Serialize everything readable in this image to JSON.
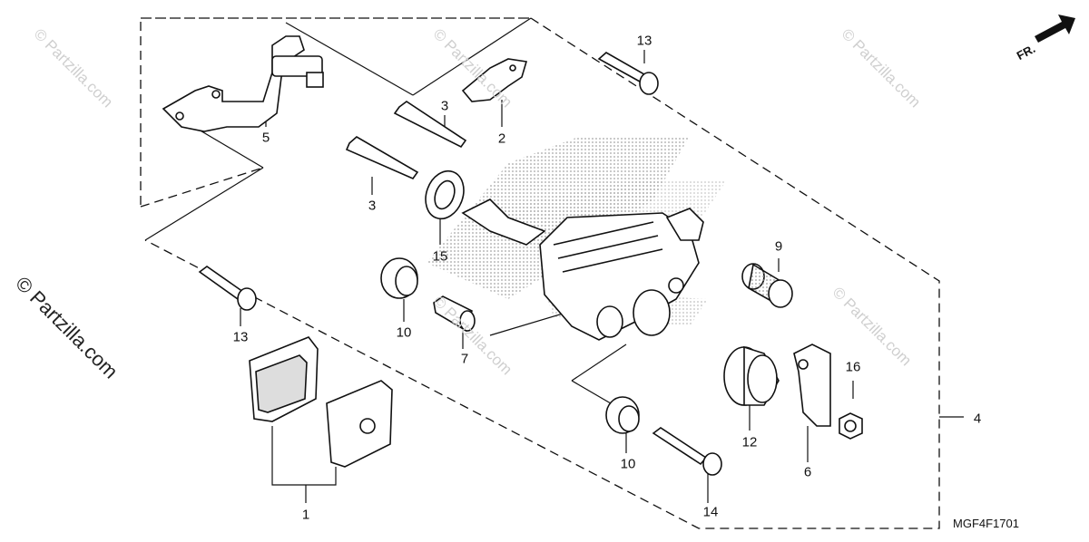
{
  "diagram": {
    "code": "MGF4F1701",
    "direction_label": "FR.",
    "watermark_main": "© Partzilla.com",
    "watermark_faint": "© Partzilla.com"
  },
  "callouts": [
    {
      "id": "c1",
      "text": "1"
    },
    {
      "id": "c2",
      "text": "2"
    },
    {
      "id": "c3a",
      "text": "3"
    },
    {
      "id": "c3b",
      "text": "3"
    },
    {
      "id": "c4",
      "text": "4"
    },
    {
      "id": "c5",
      "text": "5"
    },
    {
      "id": "c6",
      "text": "6"
    },
    {
      "id": "c7",
      "text": "7"
    },
    {
      "id": "c9",
      "text": "9"
    },
    {
      "id": "c10a",
      "text": "10"
    },
    {
      "id": "c10b",
      "text": "10"
    },
    {
      "id": "c12",
      "text": "12"
    },
    {
      "id": "c13a",
      "text": "13"
    },
    {
      "id": "c13b",
      "text": "13"
    },
    {
      "id": "c14",
      "text": "14"
    },
    {
      "id": "c15",
      "text": "15"
    },
    {
      "id": "c16",
      "text": "16"
    }
  ],
  "colors": {
    "line": "#111111",
    "watermark": "#cfcfcf",
    "stipple": "#bdbdbd"
  }
}
